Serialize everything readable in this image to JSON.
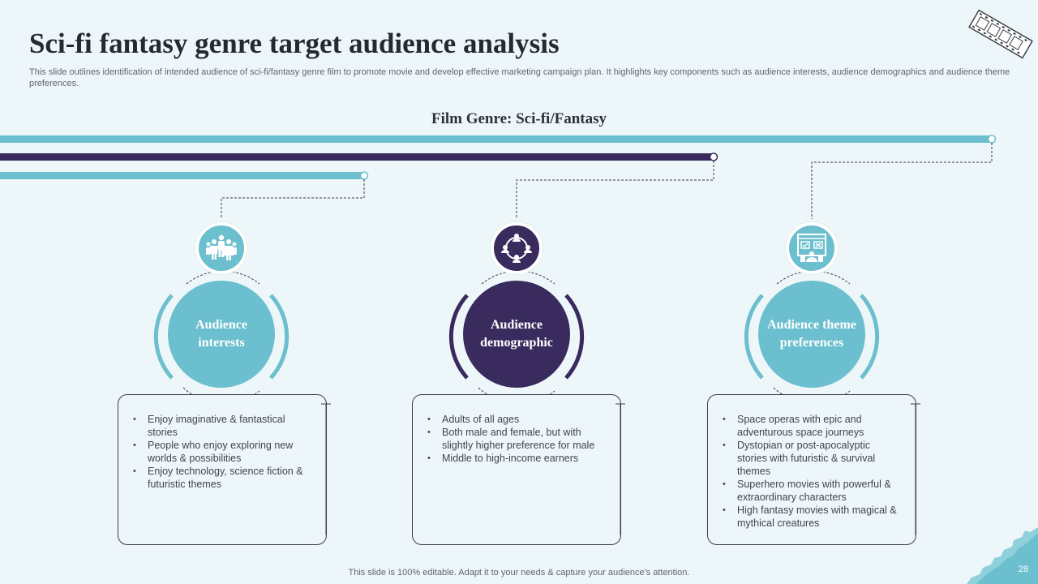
{
  "header": {
    "title": "Sci-fi fantasy genre target audience analysis",
    "description": "This slide outlines identification of intended audience of sci-fi/fantasy genre film to promote movie and develop effective marketing campaign plan. It highlights key components such as audience interests, audience demographics and audience theme preferences."
  },
  "genre_label": "Film Genre: Sci-fi/Fantasy",
  "colors": {
    "teal": "#6bbfce",
    "navy": "#3a2b5e",
    "background": "#edf7f9"
  },
  "columns": [
    {
      "heading": "Audience interests",
      "icon": "audience-group-icon",
      "points": [
        "Enjoy imaginative & fantastical stories",
        "People who enjoy exploring new worlds & possibilities",
        "Enjoy technology, science fiction & futuristic themes"
      ]
    },
    {
      "heading": "Audience demographic",
      "icon": "network-people-icon",
      "points": [
        "Adults of all ages",
        "Both male and female, but with slightly higher preference for male",
        "Middle to high-income earners"
      ]
    },
    {
      "heading": "Audience theme preferences",
      "icon": "presentation-board-icon",
      "points": [
        "Space operas with epic and adventurous space journeys",
        "Dystopian or post-apocalyptic stories with futuristic & survival themes",
        "Superhero movies with powerful & extraordinary characters",
        "High fantasy movies with magical & mythical creatures"
      ]
    }
  ],
  "footer": {
    "note": "This slide is 100% editable. Adapt it to your needs & capture your audience's attention.",
    "page_number": "28"
  }
}
